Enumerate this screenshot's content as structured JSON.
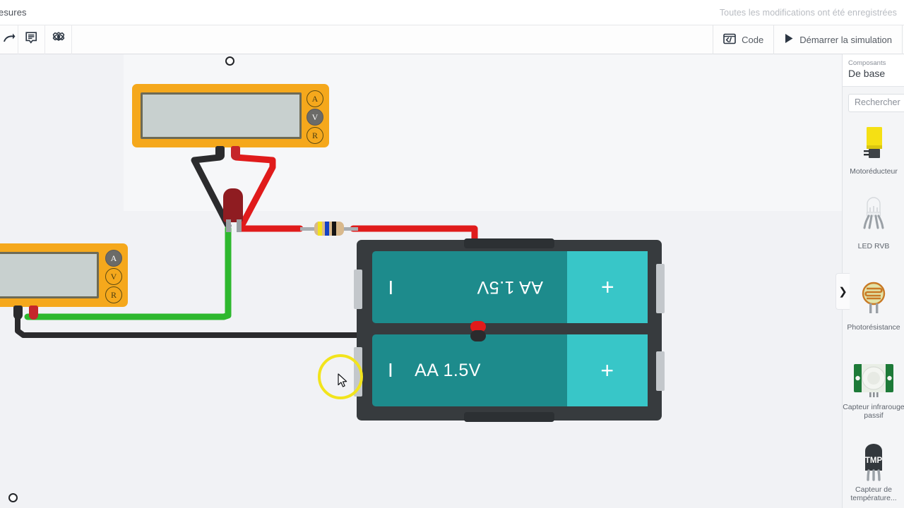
{
  "titlebar": {
    "document_title": "esures",
    "save_status": "Toutes les modifications ont été enregistrées"
  },
  "toolbar": {
    "icons": [
      {
        "name": "redo-icon",
        "label": "Rétablir"
      },
      {
        "name": "notes-icon",
        "label": "Notes"
      },
      {
        "name": "visibility-icon",
        "label": "Afficher/Masquer"
      }
    ],
    "code_label": "Code",
    "simulate_label": "Démarrer la simulation"
  },
  "canvas": {
    "multimeter_top": {
      "buttons": [
        "A",
        "V",
        "R"
      ],
      "selected": "",
      "display": ""
    },
    "multimeter_left": {
      "buttons": [
        "A",
        "V",
        "R"
      ],
      "selected": "A",
      "display": ""
    },
    "battery_pack": {
      "cells": [
        {
          "label": "AA 1.5V",
          "plus": "+",
          "minus": "I",
          "flipped": true
        },
        {
          "label": "AA 1.5V",
          "plus": "+",
          "minus": "I",
          "flipped": false
        }
      ]
    },
    "resistor": {
      "bands": [
        "#f2e21c",
        "#1342c4",
        "#141414"
      ],
      "body_color": "#d9b98c"
    },
    "led": {
      "color": "#8f1c21"
    },
    "wires": {
      "red": "#e01b1b",
      "black": "#2b2b2d",
      "green": "#2eb82e"
    },
    "selection_ring_color": "#f2e41c"
  },
  "panel": {
    "header_label": "Composants",
    "header_value": "De base",
    "search_placeholder": "Rechercher",
    "collapse_glyph": "❯",
    "components": [
      {
        "name": "Motoréducteur",
        "icon": "gearmotor-icon"
      },
      {
        "name": "LED RVB",
        "icon": "rgb-led-icon"
      },
      {
        "name": "Photorésistance",
        "icon": "photoresistor-icon"
      },
      {
        "name": "Capteur infrarouge passif",
        "icon": "pir-sensor-icon"
      },
      {
        "name": "Capteur de température...",
        "icon": "temperature-sensor-icon",
        "chip_label": "TMP"
      }
    ]
  }
}
